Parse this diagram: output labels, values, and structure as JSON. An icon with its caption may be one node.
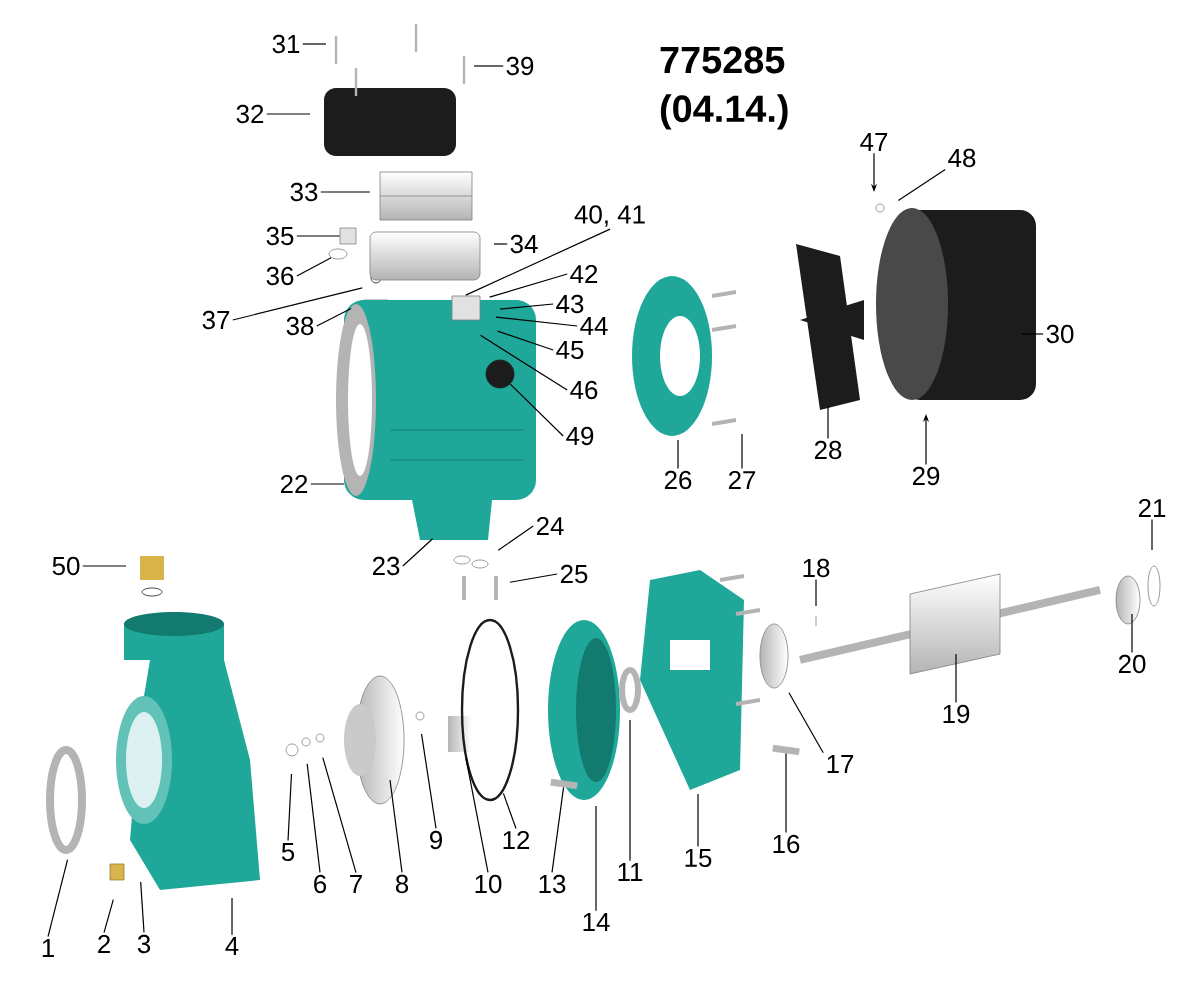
{
  "diagram": {
    "title": "775285",
    "nodes": [
      {
        "text": [
          "31"
        ]
      },
      {
        "text": [
          "39"
        ]
      },
      {
        "text": [
          "32"
        ]
      },
      {
        "text": [
          "33"
        ]
      },
      {
        "text": [
          "35"
        ]
      },
      {
        "text": [
          "36"
        ]
      },
      {
        "text": [
          "34"
        ]
      },
      {
        "text": [
          "37"
        ]
      },
      {
        "text": [
          "38"
        ]
      },
      {
        "text": [
          "40, 41"
        ]
      },
      {
        "text": [
          "42"
        ]
      },
      {
        "text": [
          "43"
        ]
      },
      {
        "text": [
          "44"
        ]
      },
      {
        "text": [
          "45"
        ]
      },
      {
        "text": [
          "46"
        ]
      },
      {
        "text": [
          "49"
        ]
      },
      {
        "text": [
          "22"
        ]
      },
      {
        "text": [
          "47"
        ]
      },
      {
        "text": [
          "48"
        ]
      },
      {
        "text": [
          "30"
        ]
      },
      {
        "text": [
          "26"
        ]
      },
      {
        "text": [
          "27"
        ]
      },
      {
        "text": [
          "28"
        ]
      },
      {
        "text": [
          "29"
        ]
      },
      {
        "text": [
          "24"
        ]
      },
      {
        "text": [
          "23"
        ]
      },
      {
        "text": [
          "25"
        ]
      },
      {
        "text": [
          "50"
        ]
      },
      {
        "text": [
          "21"
        ]
      },
      {
        "text": [
          "18"
        ]
      },
      {
        "text": [
          "20"
        ]
      },
      {
        "text": [
          "19"
        ]
      },
      {
        "text": [
          "17"
        ]
      },
      {
        "text": [
          "16"
        ]
      },
      {
        "text": [
          "9"
        ]
      },
      {
        "text": [
          "12"
        ]
      },
      {
        "text": [
          "5"
        ]
      },
      {
        "text": [
          "11"
        ]
      },
      {
        "text": [
          "15"
        ]
      },
      {
        "text": [
          "6"
        ]
      },
      {
        "text": [
          "7"
        ]
      },
      {
        "text": [
          "8"
        ]
      },
      {
        "text": [
          "10"
        ]
      },
      {
        "text": [
          "13"
        ]
      },
      {
        "text": [
          "14"
        ]
      },
      {
        "text": [
          "1"
        ]
      },
      {
        "text": [
          "2"
        ]
      },
      {
        "text": [
          "3"
        ]
      },
      {
        "text": [
          "4"
        ]
      },
      {
        "text": [],
        "shape": "box"
      },
      {
        "text": [],
        "shape": "circle"
      },
      {
        "text": [],
        "shape": "circle"
      },
      {
        "text": [],
        "shape": "bar"
      },
      {
        "text": [],
        "shape": "bar"
      }
    ],
    "edges": [
      {
        "from": 0,
        "to": null,
        "arrow": "none"
      },
      {
        "from": 1,
        "to": null,
        "arrow": "none"
      },
      {
        "from": 2,
        "to": null,
        "arrow": "none"
      },
      {
        "from": 3,
        "to": null,
        "arrow": "none"
      },
      {
        "from": 4,
        "to": 49,
        "arrow": "none"
      },
      {
        "from": 5,
        "to": 50,
        "arrow": "none"
      },
      {
        "from": 6,
        "to": null,
        "arrow": "none"
      },
      {
        "from": 7,
        "to": null,
        "arrow": "none"
      },
      {
        "from": 8,
        "to": null,
        "arrow": "none"
      },
      {
        "from": 9,
        "to": null,
        "arrow": "none"
      },
      {
        "from": 10,
        "to": null,
        "arrow": "none"
      },
      {
        "from": 11,
        "to": null,
        "arrow": "none"
      },
      {
        "from": 12,
        "to": null,
        "arrow": "none"
      },
      {
        "from": 13,
        "to": null,
        "arrow": "none"
      },
      {
        "from": 14,
        "to": null,
        "arrow": "none"
      },
      {
        "from": 15,
        "to": 51,
        "arrow": "none"
      },
      {
        "from": 16,
        "to": null,
        "arrow": "none"
      },
      {
        "from": 17,
        "to": null,
        "arrow": "to"
      },
      {
        "from": 18,
        "to": null,
        "arrow": "none"
      },
      {
        "from": 19,
        "to": null,
        "arrow": "none"
      },
      {
        "from": 20,
        "to": null,
        "arrow": "none"
      },
      {
        "from": 21,
        "to": null,
        "arrow": "none"
      },
      {
        "from": 22,
        "to": null,
        "arrow": "none"
      },
      {
        "from": 23,
        "to": null,
        "arrow": "to"
      },
      {
        "from": 24,
        "to": null,
        "arrow": "none"
      },
      {
        "from": 25,
        "to": null,
        "arrow": "none"
      },
      {
        "from": 26,
        "to": null,
        "arrow": "none"
      },
      {
        "from": 27,
        "to": null,
        "arrow": "none"
      },
      {
        "from": 28,
        "to": null,
        "arrow": "none"
      },
      {
        "from": 29,
        "to": null,
        "arrow": "none"
      },
      {
        "from": 30,
        "to": null,
        "arrow": "none"
      },
      {
        "from": 31,
        "to": null,
        "arrow": "none"
      },
      {
        "from": 32,
        "to": null,
        "arrow": "none"
      },
      {
        "from": 33,
        "to": 52,
        "arrow": "none"
      },
      {
        "from": 34,
        "to": null,
        "arrow": "none"
      },
      {
        "from": 35,
        "to": null,
        "arrow": "none"
      },
      {
        "from": 36,
        "to": null,
        "arrow": "none"
      },
      {
        "from": 37,
        "to": null,
        "arrow": "none"
      },
      {
        "from": 38,
        "to": null,
        "arrow": "none"
      },
      {
        "from": 39,
        "to": null,
        "arrow": "none"
      },
      {
        "from": 40,
        "to": null,
        "arrow": "none"
      },
      {
        "from": 41,
        "to": null,
        "arrow": "none"
      },
      {
        "from": 42,
        "to": null,
        "arrow": "none"
      },
      {
        "from": 43,
        "to": 53,
        "arrow": "none"
      },
      {
        "from": 44,
        "to": null,
        "arrow": "none"
      },
      {
        "from": 45,
        "to": null,
        "arrow": "none"
      },
      {
        "from": 46,
        "to": null,
        "arrow": "none"
      },
      {
        "from": 47,
        "to": null,
        "arrow": "none"
      },
      {
        "from": 48,
        "to": null,
        "arrow": "none"
      }
    ],
    "labels": [
      "(04.14.)"
    ]
  }
}
